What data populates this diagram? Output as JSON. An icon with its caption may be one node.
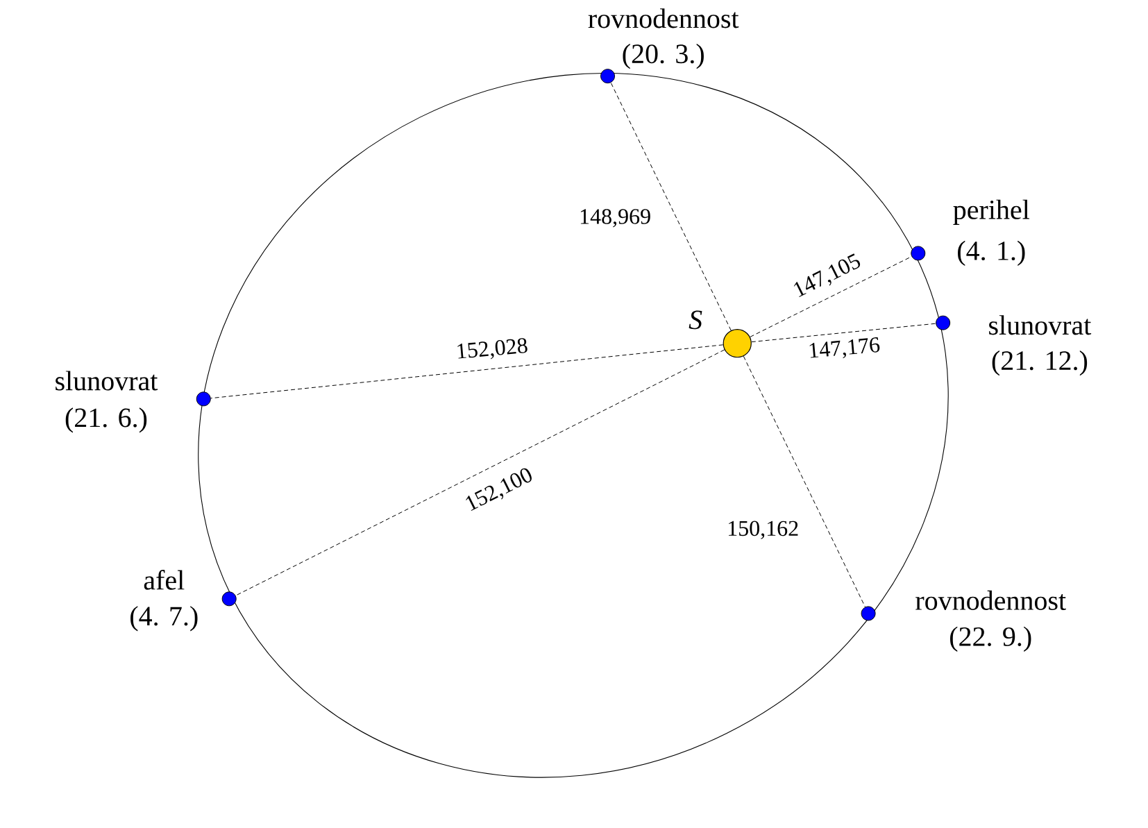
{
  "diagram": {
    "nodes": [
      {
        "text": [
          "rovnodennost",
          "(20. 3.)"
        ]
      },
      {
        "text": [
          "perihel",
          "(4. 1.)"
        ]
      },
      {
        "text": [
          "slunovrat",
          "(21. 12.)"
        ]
      },
      {
        "text": [
          "S"
        ]
      },
      {
        "text": [
          "slunovrat",
          "(21. 6.)"
        ]
      },
      {
        "text": [
          "afel",
          "(4. 7.)"
        ]
      },
      {
        "text": [
          "rovnodennost",
          "(22. 9.)"
        ]
      }
    ],
    "edges": [
      {
        "from": 3,
        "to": 0,
        "arrow": "none",
        "style": "dashed",
        "label": "148,969"
      },
      {
        "from": 3,
        "to": 1,
        "arrow": "none",
        "style": "dashed",
        "label": "147,105"
      },
      {
        "from": 3,
        "to": 2,
        "arrow": "none",
        "style": "dashed",
        "label": "147,176"
      },
      {
        "from": 3,
        "to": 4,
        "arrow": "none",
        "style": "dashed",
        "label": "152,028"
      },
      {
        "from": 3,
        "to": 5,
        "arrow": "none",
        "style": "dashed",
        "label": "152,100"
      },
      {
        "from": 3,
        "to": 6,
        "arrow": "none",
        "style": "dashed",
        "label": "150,162"
      }
    ]
  }
}
